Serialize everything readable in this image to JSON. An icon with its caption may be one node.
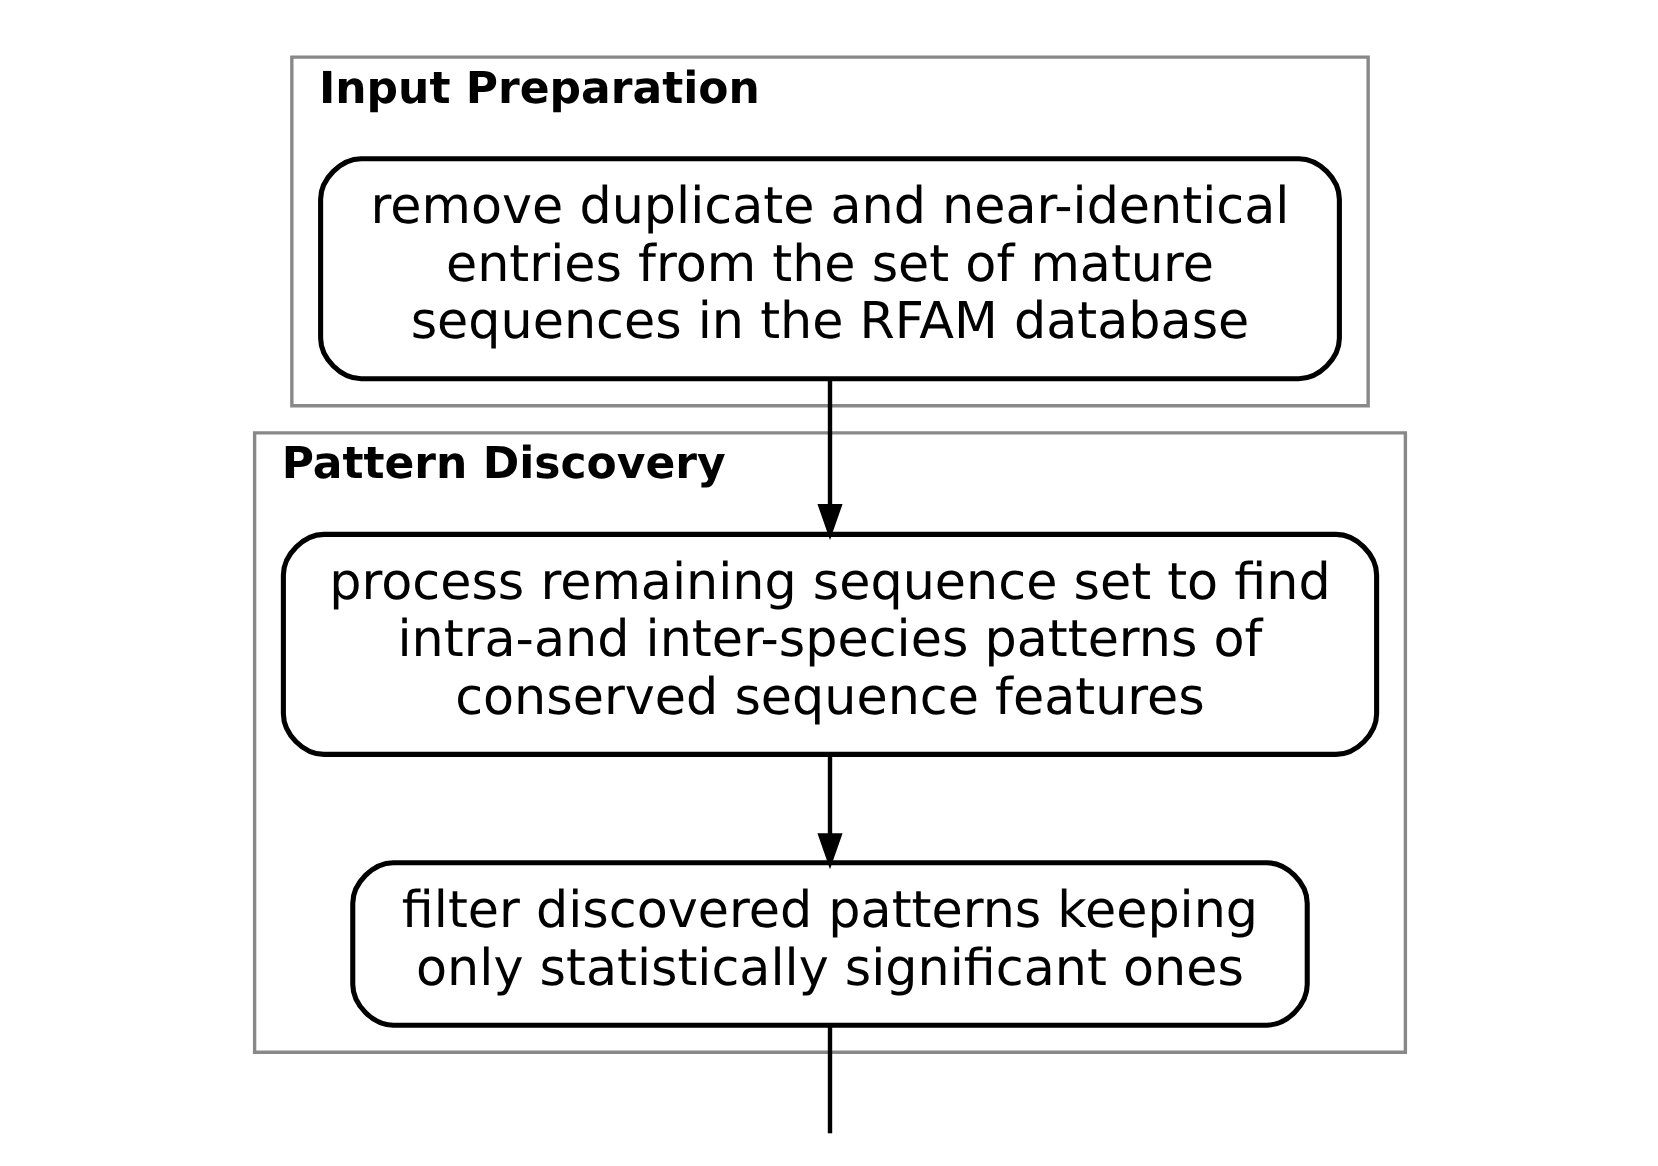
{
  "diagram": {
    "nodes": [
      {
        "text": [
          "Input Preparation"
        ]
      },
      {
        "text": [
          "remove duplicate and near-identical entries from the set of mature sequences in the RFAM database"
        ],
        "in": 0
      },
      {
        "text": [
          "Pattern Discovery"
        ]
      },
      {
        "text": [
          "process remaining sequence set to find intra-and inter-species patterns of conserved sequence features"
        ],
        "in": 2
      },
      {
        "text": [
          "filter discovered patterns keeping only statistically significant ones"
        ],
        "in": 2
      }
    ],
    "edges": [
      {
        "from": 1,
        "to": 3,
        "arrow": "to"
      },
      {
        "from": 3,
        "to": 4,
        "arrow": "to"
      },
      {
        "from": 4,
        "to": null,
        "arrow": "none"
      }
    ]
  }
}
